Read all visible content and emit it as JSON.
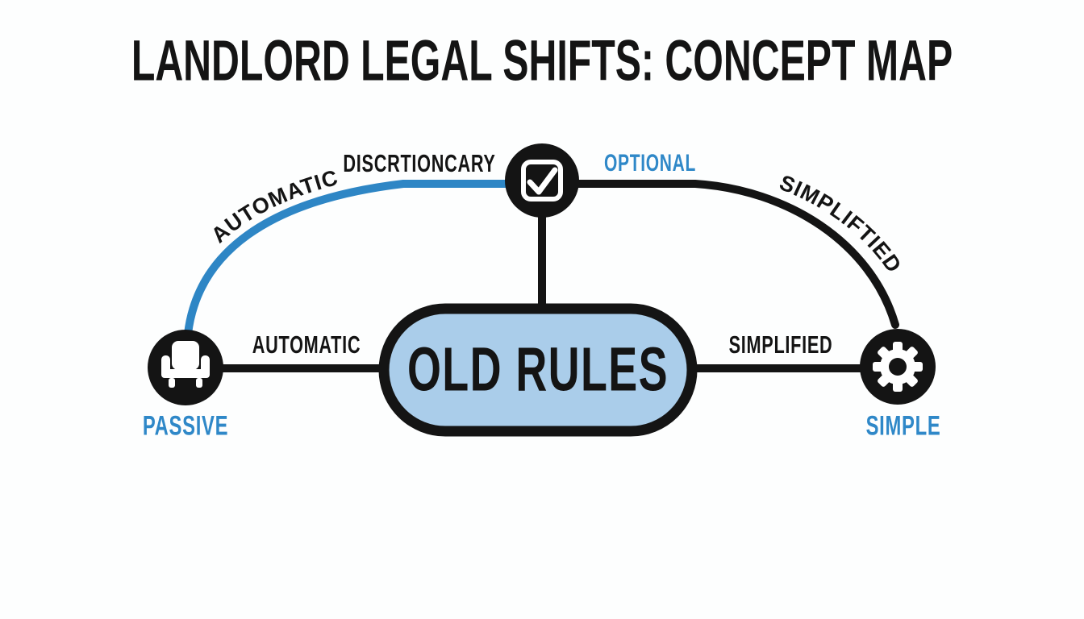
{
  "title": "LANDLORD LEGAL SHIFTS: CONCEPT MAP",
  "colors": {
    "accent_blue": "#2e86c5",
    "ink_black": "#141414",
    "pill_fill": "#aacdea",
    "background": "#fdfefe"
  },
  "center_node": {
    "label": "OLD RULES"
  },
  "nodes": {
    "passive": {
      "icon": "armchair-icon",
      "caption": "PASSIVE"
    },
    "checkbox": {
      "icon": "checkbox-check-icon"
    },
    "simple": {
      "icon": "gear-icon",
      "caption": "SIMPLE"
    }
  },
  "edges": {
    "passive_to_old_rules": {
      "label": "AUTOMATIC"
    },
    "old_rules_to_simple": {
      "label": "SIMPLIFIED"
    },
    "passive_to_checkbox_curve": {
      "label_curved": "AUTOMATIC",
      "label_top": "DISCRTIONCARY"
    },
    "checkbox_to_simple_curve": {
      "label_top": "OPTIONAL",
      "label_curved": "SIMPLIFTIED"
    }
  }
}
